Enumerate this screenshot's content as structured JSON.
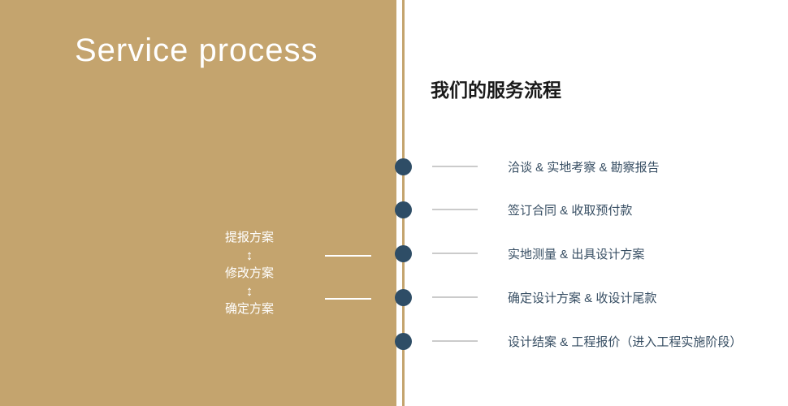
{
  "colors": {
    "gold": "#c4a46e",
    "navy_dot": "#2e4d66",
    "heading_text": "#1a1a1a",
    "item_text": "#374e63",
    "connector_gray": "#cbcbcb",
    "white": "#ffffff"
  },
  "left": {
    "title": "Service process",
    "mini_flow": {
      "steps": [
        "提报方案",
        "修改方案",
        "确定方案"
      ],
      "arrow": "↕"
    }
  },
  "right": {
    "heading": "我们的服务流程",
    "items": [
      "洽谈 & 实地考察 & 勘察报告",
      "签订合同 & 收取预付款",
      "实地测量 & 出具设计方案",
      "确定设计方案 & 收设计尾款",
      "设计结案 & 工程报价（进入工程实施阶段）"
    ]
  }
}
